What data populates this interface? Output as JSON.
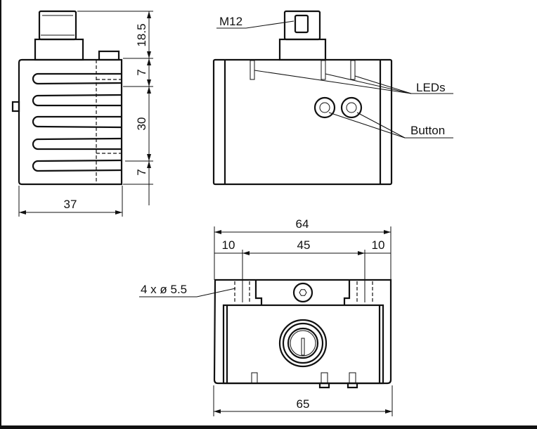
{
  "labels": {
    "connector": "M12",
    "leds": "LEDs",
    "button": "Button",
    "holes": "4 x ø 5.5"
  },
  "dimensions": {
    "connector_height": "18.5",
    "top_offset": "7",
    "middle_height": "30",
    "bottom_offset": "7",
    "side_width": "37",
    "overall_hole_width": "64",
    "left_margin": "10",
    "hole_spacing": "45",
    "right_margin": "10",
    "base_width": "65"
  }
}
